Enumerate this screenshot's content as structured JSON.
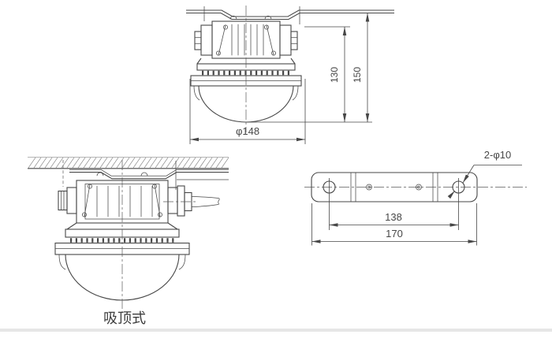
{
  "colors": {
    "line": "#474747",
    "text": "#474747",
    "background": "#ffffff"
  },
  "views": {
    "front": {
      "dim_inner_height": "130",
      "dim_total_height": "150",
      "dim_diameter": "φ148"
    },
    "ceiling_mounted": {
      "caption": "吸顶式"
    },
    "mounting_plate": {
      "dim_hole_spacing": "138",
      "dim_overall_length": "170",
      "dim_hole_callout": "2-φ10"
    }
  }
}
